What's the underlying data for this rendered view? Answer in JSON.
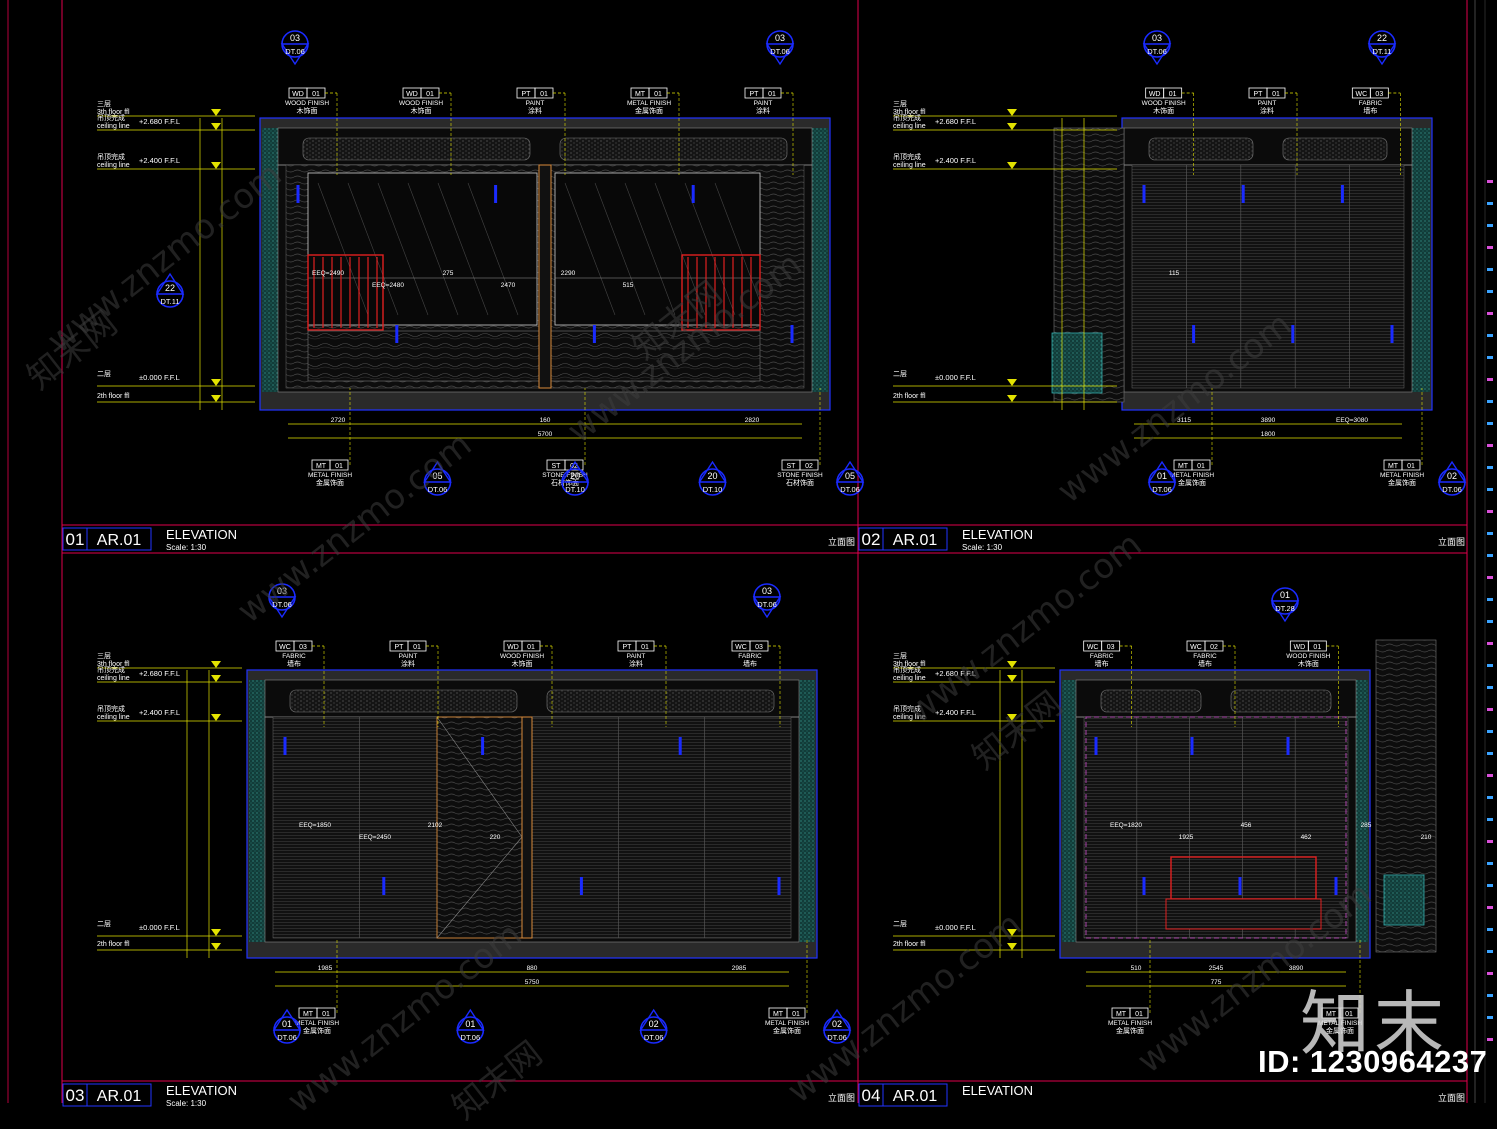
{
  "colors": {
    "frame": "#e0004d",
    "panel_border": "#2233ff",
    "dim": "#e3e300",
    "tag_line": "#ffffff",
    "callout": "#1a2bff",
    "hatch": "#1d6a63",
    "wall": "#2a2a2a",
    "red_panel": "#e02020",
    "orange": "#d98a3a"
  },
  "watermark": {
    "site": "www.znzmo.com",
    "brand": "知末",
    "id": "ID: 1230964237",
    "small": "知末网"
  },
  "sheets": [
    {
      "id": "p1",
      "title_no": "01",
      "title_code": "AR.01",
      "title": "ELEVATION",
      "scale": "Scale: 1:30",
      "title_cn": "立面图",
      "levels": [
        {
          "cn": "三层",
          "en": "3th floor ffl",
          "value": ""
        },
        {
          "cn": "吊顶完成",
          "en": "ceiling line",
          "value": "+2.680 F.F.L"
        },
        {
          "cn": "吊顶完成",
          "en": "ceiling line",
          "value": "+2.400 F.F.L"
        },
        {
          "cn": "二层",
          "en": "",
          "value": "±0.000 F.F.L"
        },
        {
          "cn": "",
          "en": "2th floor ffl",
          "value": ""
        }
      ],
      "tags_top": [
        {
          "code": "WD",
          "num": "01",
          "en": "WOOD FINISH",
          "cn": "木饰面"
        },
        {
          "code": "WD",
          "num": "01",
          "en": "WOOD FINISH",
          "cn": "木饰面"
        },
        {
          "code": "PT",
          "num": "01",
          "en": "PAINT",
          "cn": "涂料"
        },
        {
          "code": "MT",
          "num": "01",
          "en": "METAL FINISH",
          "cn": "金属饰面"
        },
        {
          "code": "PT",
          "num": "01",
          "en": "PAINT",
          "cn": "涂料"
        }
      ],
      "tags_bottom": [
        {
          "code": "MT",
          "num": "01",
          "en": "METAL FINISH",
          "cn": "金属饰面"
        },
        {
          "code": "ST",
          "num": "02",
          "en": "STONE FINISH",
          "cn": "石材饰面"
        },
        {
          "code": "ST",
          "num": "02",
          "en": "STONE FINISH",
          "cn": "石材饰面"
        }
      ],
      "callouts": [
        {
          "num": "03",
          "ref": "DT.06"
        },
        {
          "num": "03",
          "ref": "DT.06"
        },
        {
          "num": "22",
          "ref": "DT.11"
        },
        {
          "num": "05",
          "ref": "DT.06"
        },
        {
          "num": "20",
          "ref": "DT.10"
        },
        {
          "num": "20",
          "ref": "DT.10"
        },
        {
          "num": "05",
          "ref": "DT.06"
        }
      ],
      "dims": [
        "2720",
        "160",
        "2820",
        "5700",
        "EEQ=2490",
        "EEQ=2480",
        "275",
        "2470",
        "2290",
        "515"
      ]
    },
    {
      "id": "p2",
      "title_no": "02",
      "title_code": "AR.01",
      "title": "ELEVATION",
      "scale": "Scale: 1:30",
      "title_cn": "立面图",
      "levels": [
        {
          "cn": "三层",
          "en": "3th floor ffl",
          "value": ""
        },
        {
          "cn": "吊顶完成",
          "en": "ceiling line",
          "value": "+2.680 F.F.L"
        },
        {
          "cn": "吊顶完成",
          "en": "ceiling line",
          "value": "+2.400 F.F.L"
        },
        {
          "cn": "二层",
          "en": "",
          "value": "±0.000 F.F.L"
        },
        {
          "cn": "",
          "en": "2th floor ffl",
          "value": ""
        }
      ],
      "tags_top": [
        {
          "code": "WD",
          "num": "01",
          "en": "WOOD FINISH",
          "cn": "木饰面"
        },
        {
          "code": "PT",
          "num": "01",
          "en": "PAINT",
          "cn": "涂料"
        },
        {
          "code": "WC",
          "num": "03",
          "en": "FABRIC",
          "cn": "墙布"
        }
      ],
      "tags_bottom": [
        {
          "code": "MT",
          "num": "01",
          "en": "METAL FINISH",
          "cn": "金属饰面"
        },
        {
          "code": "MT",
          "num": "01",
          "en": "METAL FINISH",
          "cn": "金属饰面"
        }
      ],
      "callouts": [
        {
          "num": "03",
          "ref": "DT.06"
        },
        {
          "num": "22",
          "ref": "DT.11"
        },
        {
          "num": "01",
          "ref": "DT.06"
        },
        {
          "num": "02",
          "ref": "DT.06"
        }
      ],
      "dims": [
        "3115",
        "3890",
        "EEQ=3080",
        "1800",
        "115"
      ]
    },
    {
      "id": "p3",
      "title_no": "03",
      "title_code": "AR.01",
      "title": "ELEVATION",
      "scale": "Scale: 1:30",
      "title_cn": "立面图",
      "levels": [
        {
          "cn": "三层",
          "en": "3th floor ffl",
          "value": ""
        },
        {
          "cn": "吊顶完成",
          "en": "ceiling line",
          "value": "+2.680 F.F.L"
        },
        {
          "cn": "吊顶完成",
          "en": "ceiling line",
          "value": "+2.400 F.F.L"
        },
        {
          "cn": "二层",
          "en": "",
          "value": "±0.000 F.F.L"
        },
        {
          "cn": "",
          "en": "2th floor ffl",
          "value": ""
        }
      ],
      "tags_top": [
        {
          "code": "WC",
          "num": "03",
          "en": "FABRIC",
          "cn": "墙布"
        },
        {
          "code": "PT",
          "num": "01",
          "en": "PAINT",
          "cn": "涂料"
        },
        {
          "code": "WD",
          "num": "01",
          "en": "WOOD FINISH",
          "cn": "木饰面"
        },
        {
          "code": "PT",
          "num": "01",
          "en": "PAINT",
          "cn": "涂料"
        },
        {
          "code": "WC",
          "num": "03",
          "en": "FABRIC",
          "cn": "墙布"
        }
      ],
      "tags_bottom": [
        {
          "code": "MT",
          "num": "01",
          "en": "METAL FINISH",
          "cn": "金属饰面"
        },
        {
          "code": "MT",
          "num": "01",
          "en": "METAL FINISH",
          "cn": "金属饰面"
        }
      ],
      "callouts": [
        {
          "num": "03",
          "ref": "DT.06"
        },
        {
          "num": "03",
          "ref": "DT.06"
        },
        {
          "num": "01",
          "ref": "DT.06"
        },
        {
          "num": "01",
          "ref": "DT.06"
        },
        {
          "num": "02",
          "ref": "DT.06"
        },
        {
          "num": "02",
          "ref": "DT.06"
        }
      ],
      "dims": [
        "1985",
        "880",
        "2985",
        "5750",
        "EEQ=1850",
        "EEQ=2450",
        "2102",
        "220"
      ]
    },
    {
      "id": "p4",
      "title_no": "04",
      "title_code": "AR.01",
      "title": "ELEVATION",
      "scale": "",
      "title_cn": "立面图",
      "levels": [
        {
          "cn": "三层",
          "en": "3th floor ffl",
          "value": ""
        },
        {
          "cn": "吊顶完成",
          "en": "ceiling line",
          "value": "+2.680 F.F.L"
        },
        {
          "cn": "吊顶完成",
          "en": "ceiling line",
          "value": "+2.400 F.F.L"
        },
        {
          "cn": "二层",
          "en": "",
          "value": "±0.000 F.F.L"
        },
        {
          "cn": "",
          "en": "2th floor ffl",
          "value": ""
        }
      ],
      "tags_top": [
        {
          "code": "WC",
          "num": "03",
          "en": "FABRIC",
          "cn": "墙布"
        },
        {
          "code": "WC",
          "num": "02",
          "en": "FABRIC",
          "cn": "墙布"
        },
        {
          "code": "WD",
          "num": "01",
          "en": "WOOD FINISH",
          "cn": "木饰面"
        }
      ],
      "tags_bottom": [
        {
          "code": "MT",
          "num": "01",
          "en": "METAL FINISH",
          "cn": "金属饰面"
        },
        {
          "code": "MT",
          "num": "01",
          "en": "METAL FINISH",
          "cn": "金属饰面"
        }
      ],
      "callouts": [
        {
          "num": "01",
          "ref": "DT.28"
        }
      ],
      "dims": [
        "510",
        "2545",
        "3890",
        "775",
        "EEQ=1820",
        "1925",
        "456",
        "462",
        "285",
        "210"
      ]
    }
  ]
}
